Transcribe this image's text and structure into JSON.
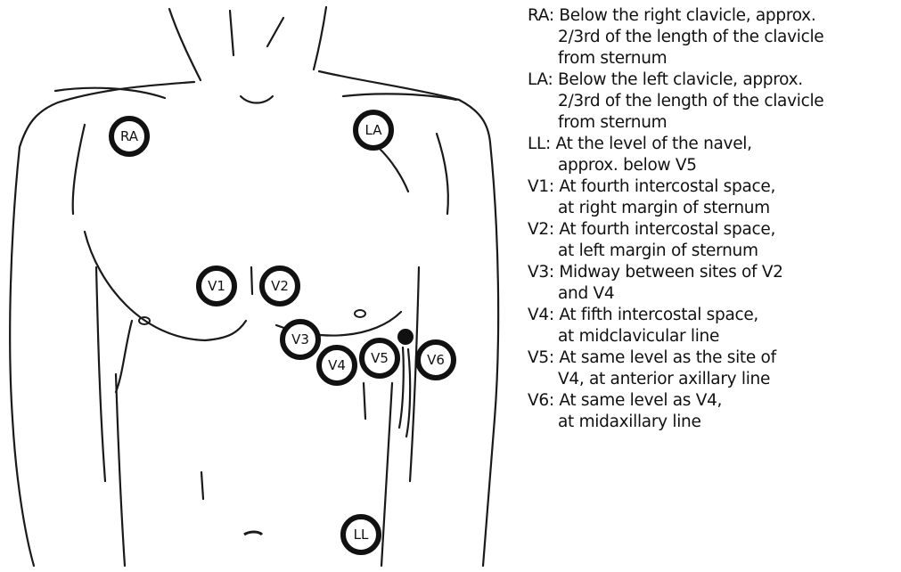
{
  "electrodes": {
    "RA": "RA",
    "LA": "LA",
    "V1": "V1",
    "V2": "V2",
    "V3": "V3",
    "V4": "V4",
    "V5": "V5",
    "V6": "V6",
    "LL": "LL"
  },
  "legend": [
    {
      "code": "RA:",
      "lines": [
        "Below the right clavicle, approx.",
        "2/3rd of the length of the clavicle",
        "from sternum"
      ]
    },
    {
      "code": "LA:",
      "lines": [
        "Below the left clavicle, approx.",
        "2/3rd of the length of the clavicle",
        "from sternum"
      ]
    },
    {
      "code": "LL:",
      "lines": [
        "At the level of the navel,",
        "approx. below V5"
      ]
    },
    {
      "code": "V1:",
      "lines": [
        "At fourth intercostal space,",
        "at right margin of sternum"
      ]
    },
    {
      "code": "V2:",
      "lines": [
        "At fourth intercostal space,",
        "at left margin of sternum"
      ]
    },
    {
      "code": "V3:",
      "lines": [
        "Midway between sites of V2",
        "and V4"
      ]
    },
    {
      "code": "V4:",
      "lines": [
        "At fifth intercostal space,",
        "at midclavicular line"
      ]
    },
    {
      "code": "V5:",
      "lines": [
        "At same level as the site of",
        "V4, at anterior axillary line"
      ]
    },
    {
      "code": "V6:",
      "lines": [
        "At same level as V4,",
        "at midaxillary line"
      ]
    }
  ]
}
